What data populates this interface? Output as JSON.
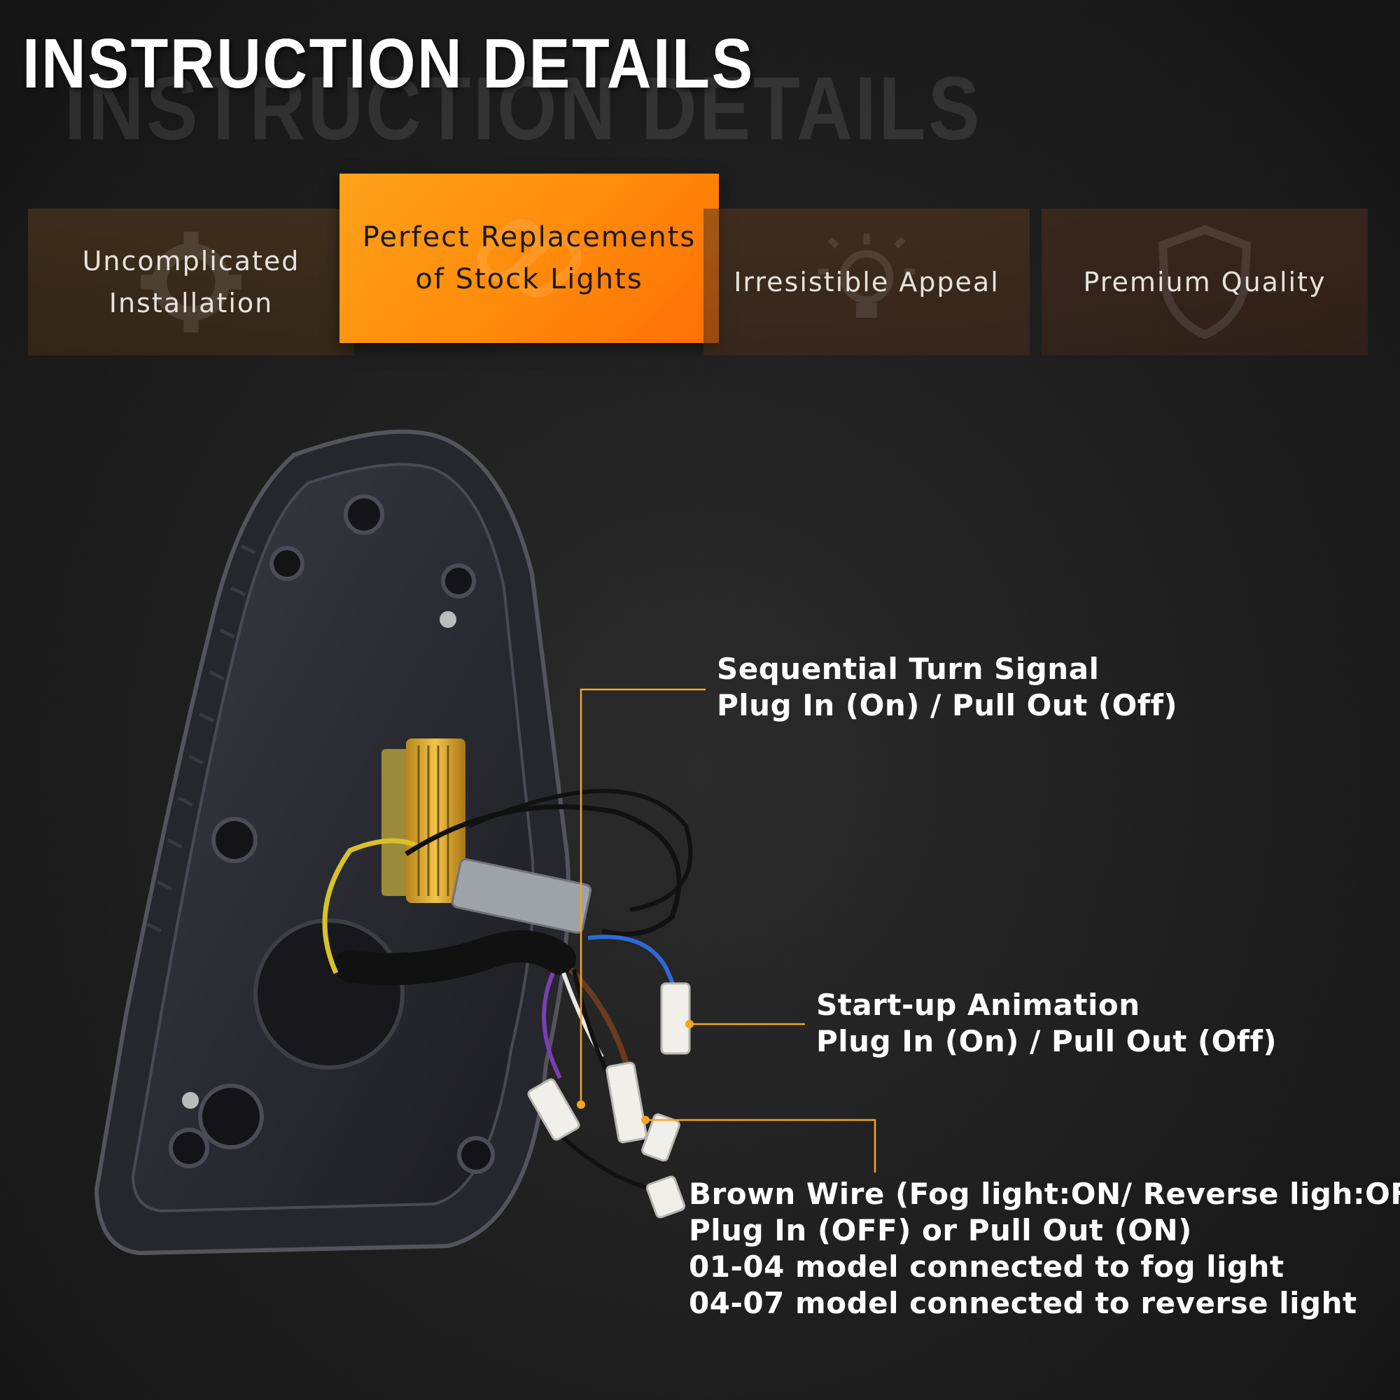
{
  "header": {
    "title": "INSTRUCTION DETAILS"
  },
  "tabs": [
    {
      "label": "Uncomplicated\nInstallation",
      "icon": "gear-icon",
      "active": false
    },
    {
      "label": "Perfect Replacements\nof Stock Lights",
      "icon": "link-icon",
      "active": true
    },
    {
      "label": "Irresistible Appeal",
      "icon": "lightbulb-icon",
      "active": false
    },
    {
      "label": "Premium Quality",
      "icon": "shield-icon",
      "active": false
    }
  ],
  "colors": {
    "accent": "#ff8a0a",
    "callout_line": "#f5a623",
    "background": "#1e1e1e"
  },
  "callouts": {
    "sequential": {
      "line1": "Sequential Turn  Signal",
      "line2": "Plug In (On) / Pull Out (Off)"
    },
    "startup": {
      "line1": "Start-up Animation",
      "line2": "Plug In (On) / Pull Out (Off)"
    },
    "brown": {
      "line1": "Brown Wire (Fog light:ON/ Reverse ligh:OFF)",
      "line2": "Plug In (OFF) or Pull Out (ON)",
      "line3": "01-04 model connected to fog light",
      "line4": "04-07 model connected to reverse light"
    }
  }
}
